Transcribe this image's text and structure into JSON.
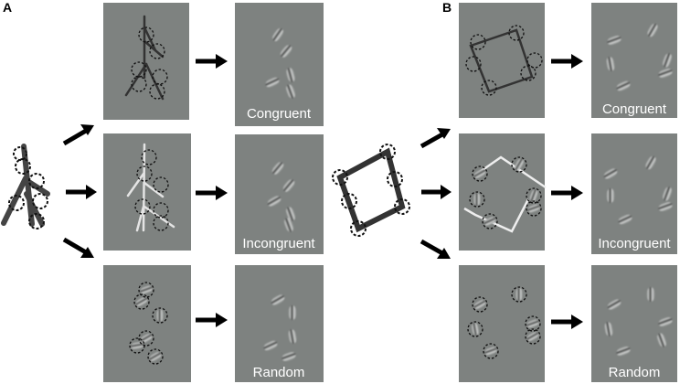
{
  "panels": {
    "a": {
      "label": "A"
    },
    "b": {
      "label": "B"
    }
  },
  "conditions": {
    "congruent": "Congruent",
    "incongruent": "Incongruent",
    "random": "Random"
  },
  "colors": {
    "background": "#7e8280",
    "dark_stroke": "#333333",
    "light_stroke": "#e4e4e4",
    "caption": "#ffffff",
    "arrow": "#000000"
  }
}
